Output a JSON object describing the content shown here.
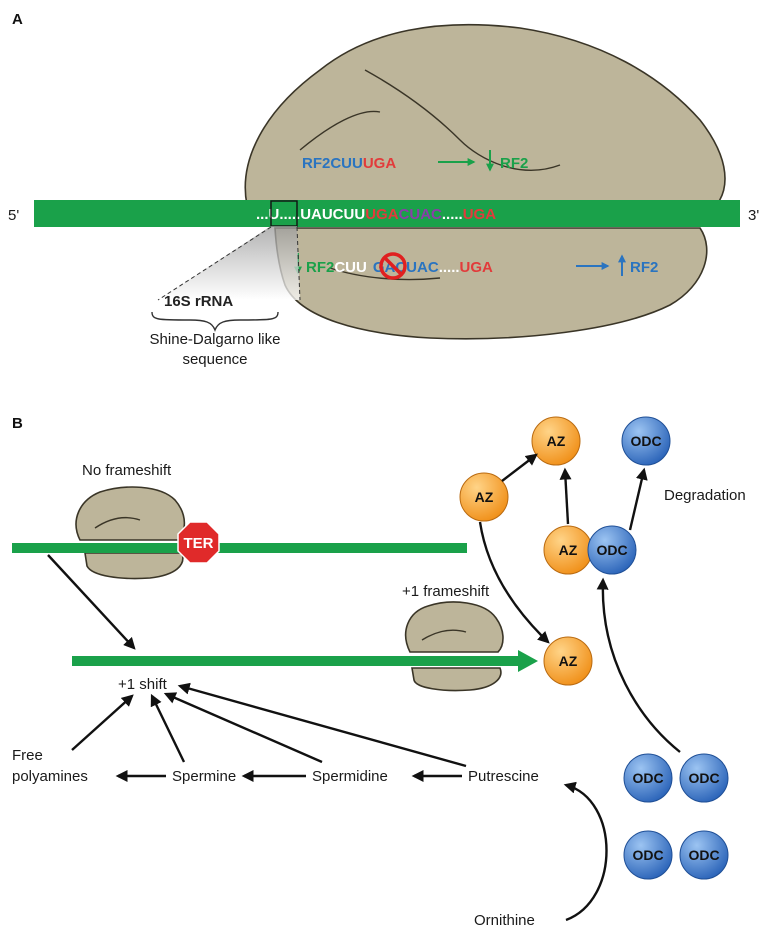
{
  "colors": {
    "mrna": "#1aa14a",
    "ribosome": "#bdb59a",
    "blue": "#2a74c0",
    "red": "#e23b3b",
    "purple": "#8a3ea8",
    "green": "#1aa14a",
    "az": "#f4a22a",
    "odc": "#3c7bd2"
  },
  "panel_a": {
    "label": "A",
    "five_prime": "5'",
    "three_prime": "3'",
    "top_seq": {
      "p1": "RF2",
      "p2": "CUU",
      "p3": "UGA",
      "result": "RF2"
    },
    "mrna_seq": {
      "p1": "...U",
      "p2": ".....",
      "p3": "UAUCUU",
      "p4": "UGA",
      "p5": "CUAC",
      "p6": ".....",
      "p7": "UGA"
    },
    "bottom_seq": {
      "p1": "RF2",
      "p2": "CUU",
      "p3": "GACUAC",
      "p4": ".....",
      "p5": "UGA",
      "result": "RF2"
    },
    "rrna_label": "16S rRNA",
    "sd_line1": "Shine-Dalgarno like",
    "sd_line2": "sequence"
  },
  "panel_b": {
    "label": "B",
    "no_frameshift": "No frameshift",
    "ter": "TER",
    "plus1_frameshift": "+1 frameshift",
    "plus1_shift": "+1 shift",
    "free_polyamines_1": "Free",
    "free_polyamines_2": "polyamines",
    "spermine": "Spermine",
    "spermidine": "Spermidine",
    "putrescine": "Putrescine",
    "ornithine": "Ornithine",
    "degradation": "Degradation",
    "az": "AZ",
    "odc": "ODC"
  }
}
